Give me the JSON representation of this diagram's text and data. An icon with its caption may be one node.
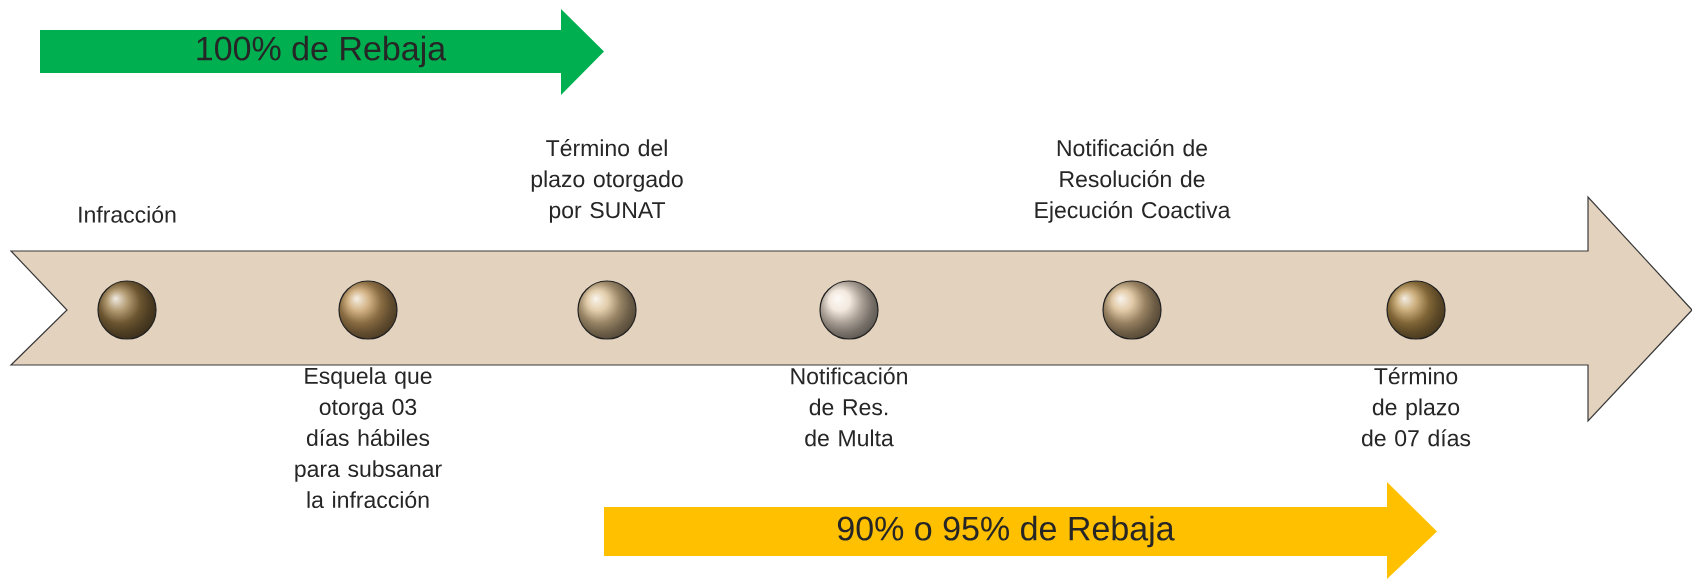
{
  "diagram": {
    "nodes": [
      {
        "text": [
          "100% de Rebaja"
        ]
      },
      {
        "text": [],
        "shape": "arrow"
      },
      {
        "text": [],
        "shape": "circle",
        "in": 1,
        "beside": [
          "Infracción"
        ]
      },
      {
        "text": [],
        "shape": "circle",
        "in": 1,
        "beside": [
          "Esquela que otorga 03 días hábiles para subsanar la infracción"
        ]
      },
      {
        "text": [],
        "shape": "circle",
        "in": 1,
        "beside": [
          "Término del plazo otorgado por SUNAT"
        ]
      },
      {
        "text": [],
        "shape": "circle",
        "in": 1,
        "beside": [
          "Notificación de Res. de Multa"
        ]
      },
      {
        "text": [],
        "shape": "circle",
        "in": 1,
        "beside": [
          "Notificación de Resolución de Ejecución Coactiva"
        ]
      },
      {
        "text": [],
        "shape": "circle",
        "in": 1,
        "beside": [
          "Término de plazo de 07 días"
        ]
      },
      {
        "text": [
          "90%  o  95%  de Rebaja"
        ]
      }
    ]
  }
}
